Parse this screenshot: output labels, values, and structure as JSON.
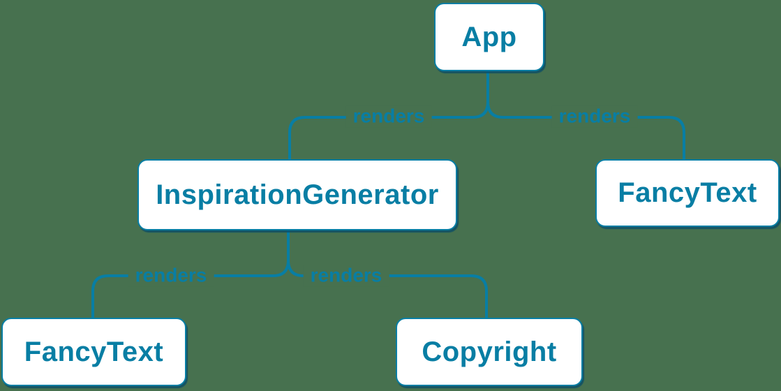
{
  "diagram": {
    "type": "tree",
    "background_color": "#47714f",
    "accent_color": "#087ea4",
    "node_fill_color": "#ffffff",
    "node_shadow_color": "#094c68",
    "nodes": [
      {
        "id": "app",
        "label": "App"
      },
      {
        "id": "inspiration-generator",
        "label": "InspirationGenerator"
      },
      {
        "id": "fancy-text-right",
        "label": "FancyText"
      },
      {
        "id": "fancy-text-left",
        "label": "FancyText"
      },
      {
        "id": "copyright",
        "label": "Copyright"
      }
    ],
    "edges": [
      {
        "from": "App",
        "to": "InspirationGenerator",
        "label": "renders"
      },
      {
        "from": "App",
        "to": "FancyText",
        "label": "renders"
      },
      {
        "from": "InspirationGenerator",
        "to": "FancyText",
        "label": "renders"
      },
      {
        "from": "InspirationGenerator",
        "to": "Copyright",
        "label": "renders"
      }
    ]
  }
}
